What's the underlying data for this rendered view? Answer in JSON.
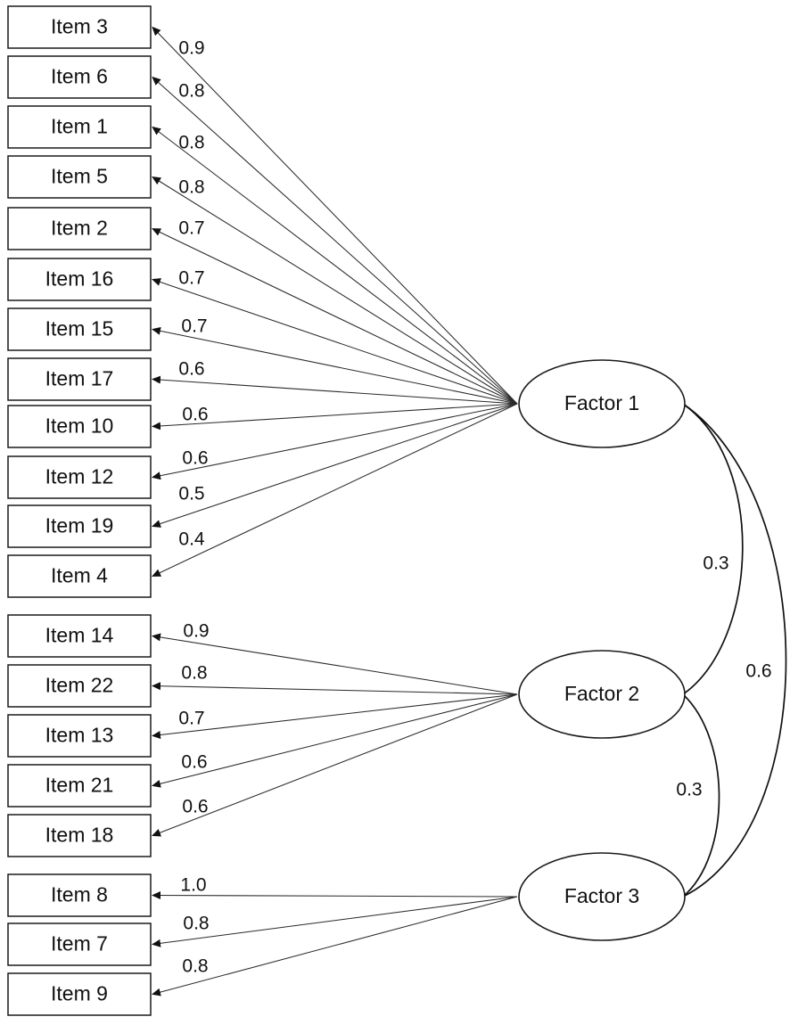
{
  "factors": [
    {
      "id": "f1",
      "label": "Factor 1"
    },
    {
      "id": "f2",
      "label": "Factor 2"
    },
    {
      "id": "f3",
      "label": "Factor 3"
    }
  ],
  "items": [
    {
      "label": "Item 3",
      "factor": "f1",
      "loading": "0.9"
    },
    {
      "label": "Item 6",
      "factor": "f1",
      "loading": "0.8"
    },
    {
      "label": "Item 1",
      "factor": "f1",
      "loading": "0.8"
    },
    {
      "label": "Item 5",
      "factor": "f1",
      "loading": "0.8"
    },
    {
      "label": "Item 2",
      "factor": "f1",
      "loading": "0.7"
    },
    {
      "label": "Item 16",
      "factor": "f1",
      "loading": "0.7"
    },
    {
      "label": "Item 15",
      "factor": "f1",
      "loading": "0.7"
    },
    {
      "label": "Item 17",
      "factor": "f1",
      "loading": "0.6"
    },
    {
      "label": "Item 10",
      "factor": "f1",
      "loading": "0.6"
    },
    {
      "label": "Item 12",
      "factor": "f1",
      "loading": "0.6"
    },
    {
      "label": "Item 19",
      "factor": "f1",
      "loading": "0.5"
    },
    {
      "label": "Item 4",
      "factor": "f1",
      "loading": "0.4"
    },
    {
      "label": "Item 14",
      "factor": "f2",
      "loading": "0.9"
    },
    {
      "label": "Item 22",
      "factor": "f2",
      "loading": "0.8"
    },
    {
      "label": "Item 13",
      "factor": "f2",
      "loading": "0.7"
    },
    {
      "label": "Item 21",
      "factor": "f2",
      "loading": "0.6"
    },
    {
      "label": "Item 18",
      "factor": "f2",
      "loading": "0.6"
    },
    {
      "label": "Item 8",
      "factor": "f3",
      "loading": "1.0"
    },
    {
      "label": "Item 7",
      "factor": "f3",
      "loading": "0.8"
    },
    {
      "label": "Item 9",
      "factor": "f3",
      "loading": "0.8"
    }
  ],
  "correlations": [
    {
      "from": "f1",
      "to": "f2",
      "value": "0.3"
    },
    {
      "from": "f2",
      "to": "f3",
      "value": "0.3"
    },
    {
      "from": "f1",
      "to": "f3",
      "value": "0.6"
    }
  ]
}
